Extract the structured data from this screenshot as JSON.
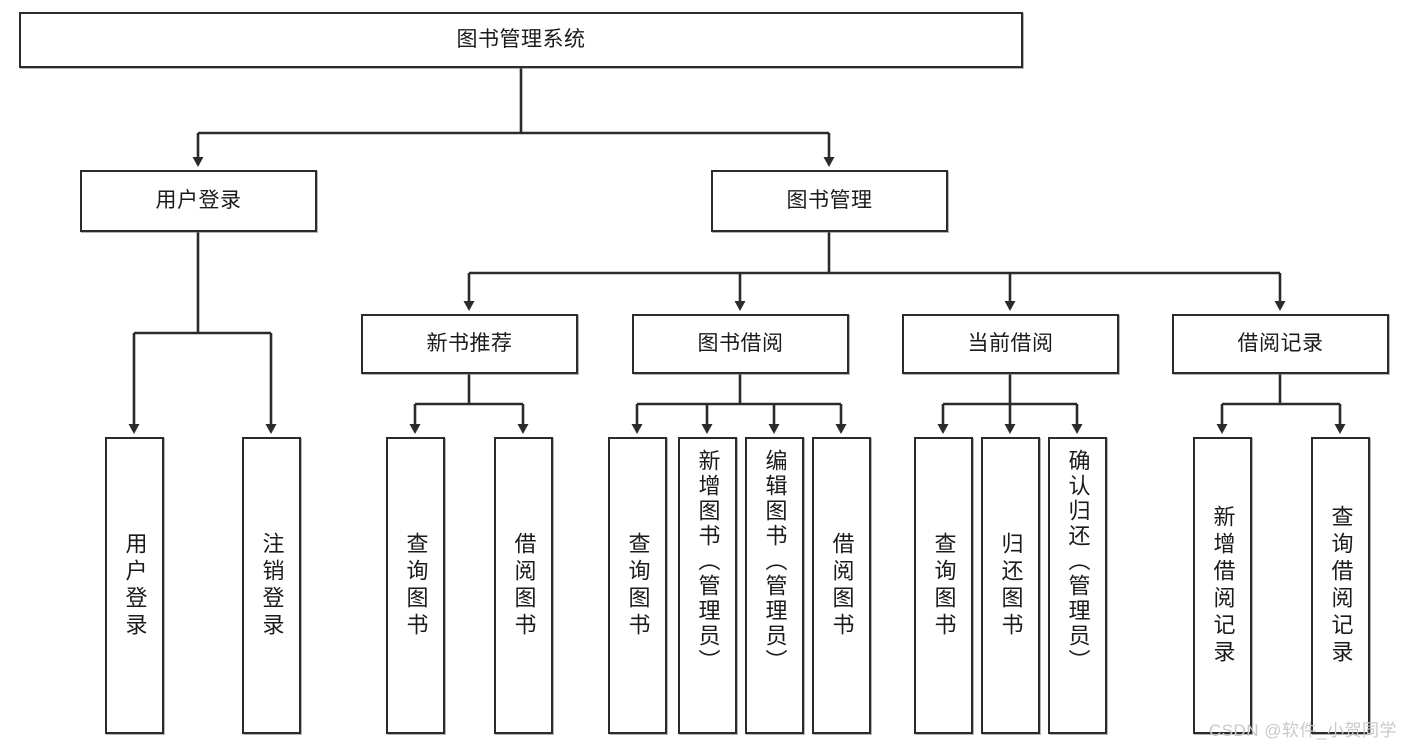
{
  "diagram": {
    "type": "tree-hierarchy",
    "title": "图书管理系统",
    "watermark": "CSDN @软件_小贺同学",
    "colors": {
      "node_border": "#2b2b2b",
      "node_fill": "#ffffff",
      "connector": "#2b2b2b",
      "text": "#1b1b1b",
      "watermark": "#c9c9c9"
    }
  },
  "nodes": {
    "root": {
      "label": "图书管理系统"
    },
    "level2": [
      {
        "label": "用户登录"
      },
      {
        "label": "图书管理"
      }
    ],
    "level3": [
      {
        "label": "新书推荐"
      },
      {
        "label": "图书借阅"
      },
      {
        "label": "当前借阅"
      },
      {
        "label": "借阅记录"
      }
    ],
    "leaves": {
      "user_login": [
        {
          "label": "用户登录"
        },
        {
          "label": "注销登录"
        }
      ],
      "new_book_recommend": [
        {
          "label": "查询图书"
        },
        {
          "label": "借阅图书"
        }
      ],
      "book_borrow": [
        {
          "label": "查询图书"
        },
        {
          "label": "新增图书（管理员）"
        },
        {
          "label": "编辑图书（管理员）"
        },
        {
          "label": "借阅图书"
        }
      ],
      "current_borrow": [
        {
          "label": "查询图书"
        },
        {
          "label": "归还图书"
        },
        {
          "label": "确认归还（管理员）"
        }
      ],
      "borrow_record": [
        {
          "label": "新增借阅记录"
        },
        {
          "label": "查询借阅记录"
        }
      ]
    }
  }
}
